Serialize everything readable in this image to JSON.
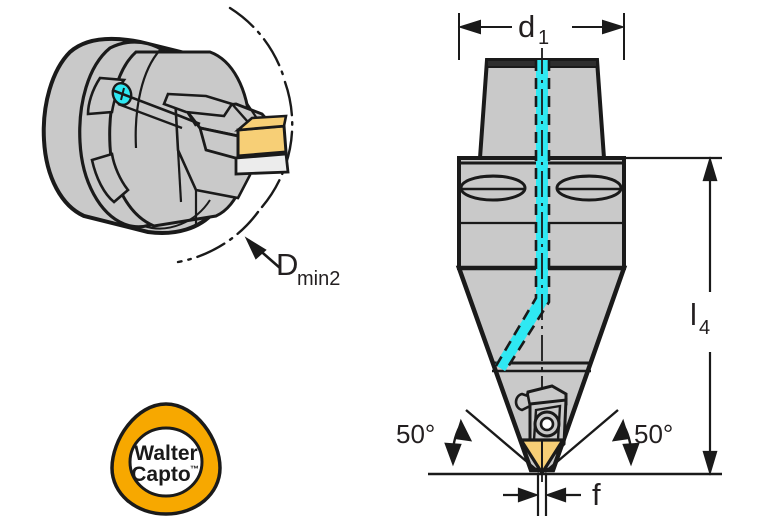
{
  "diagram": {
    "title": "Walter Capto boring tool technical drawing",
    "views": {
      "isometric": {
        "name": "3D isometric view of Capto coupling boring head"
      },
      "front": {
        "name": "Front sectional view with dimensions"
      }
    },
    "labels": {
      "dmin2_base": "D",
      "dmin2_sub": "min2",
      "d1_base": "d",
      "d1_sub": "1",
      "l4_base": "l",
      "l4_sub": "4",
      "angle_left": "50°",
      "angle_right": "50°",
      "f": "f"
    },
    "logo": {
      "line1": "Walter",
      "line2": "Capto",
      "tm": "™"
    },
    "colors": {
      "body_gray": "#c9c9c9",
      "body_gray_light": "#d8d8d8",
      "body_gray_dark": "#b3b3b3",
      "outline": "#1a1a1a",
      "insert_orange": "#f7cf76",
      "coolant_cyan": "#2fe8f2",
      "logo_orange": "#f7a800",
      "white": "#ffffff"
    }
  }
}
